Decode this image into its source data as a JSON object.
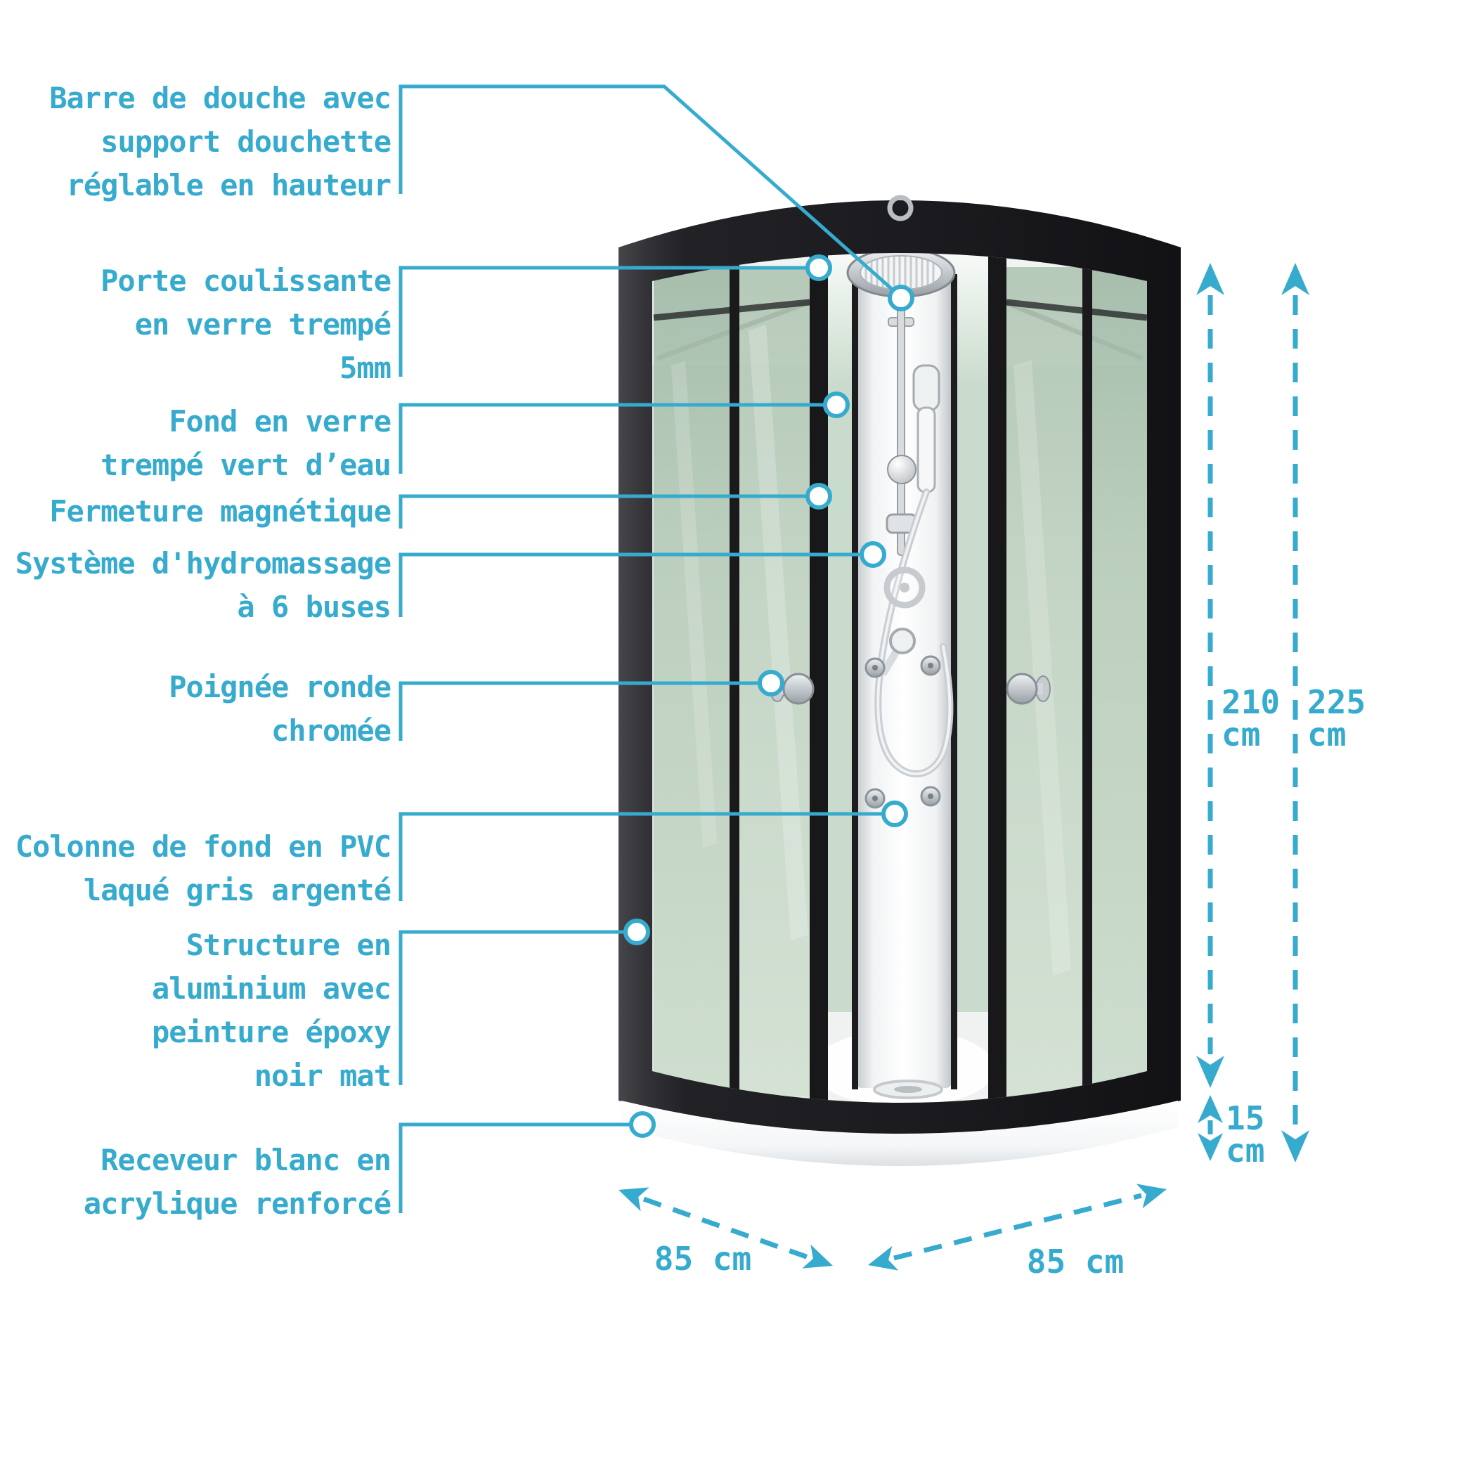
{
  "theme": {
    "accent": "#36abce",
    "frame_color": "#1e1e22",
    "glass_color": "#c3d6c6"
  },
  "diagram": {
    "callouts": [
      {
        "id": "shower-bar",
        "lines": [
          "Barre de douche avec",
          "support douchette",
          "réglable en hauteur"
        ]
      },
      {
        "id": "sliding-door",
        "lines": [
          "Porte coulissante",
          "en verre trempé",
          "5mm"
        ]
      },
      {
        "id": "back-glass",
        "lines": [
          "Fond en verre",
          "trempé vert d’eau"
        ]
      },
      {
        "id": "magnetic-closure",
        "lines": [
          "Fermeture magnétique"
        ]
      },
      {
        "id": "hydromassage",
        "lines": [
          "Système d'hydromassage",
          "à 6 buses"
        ]
      },
      {
        "id": "round-handle",
        "lines": [
          "Poignée ronde",
          "chromée"
        ]
      },
      {
        "id": "pvc-column",
        "lines": [
          "Colonne de fond en PVC",
          "laqué gris argenté"
        ]
      },
      {
        "id": "alu-structure",
        "lines": [
          "Structure en",
          "aluminium avec",
          "peinture époxy",
          "noir mat"
        ]
      },
      {
        "id": "acrylic-tray",
        "lines": [
          "Receveur blanc en",
          "acrylique renforcé"
        ]
      }
    ],
    "dimensions": {
      "inner_height": {
        "value": "210",
        "unit": "cm"
      },
      "total_height": {
        "value": "225",
        "unit": "cm"
      },
      "tray_height": {
        "value": "15",
        "unit": "cm"
      },
      "depth_left": "85 cm",
      "width_right": "85 cm"
    }
  }
}
